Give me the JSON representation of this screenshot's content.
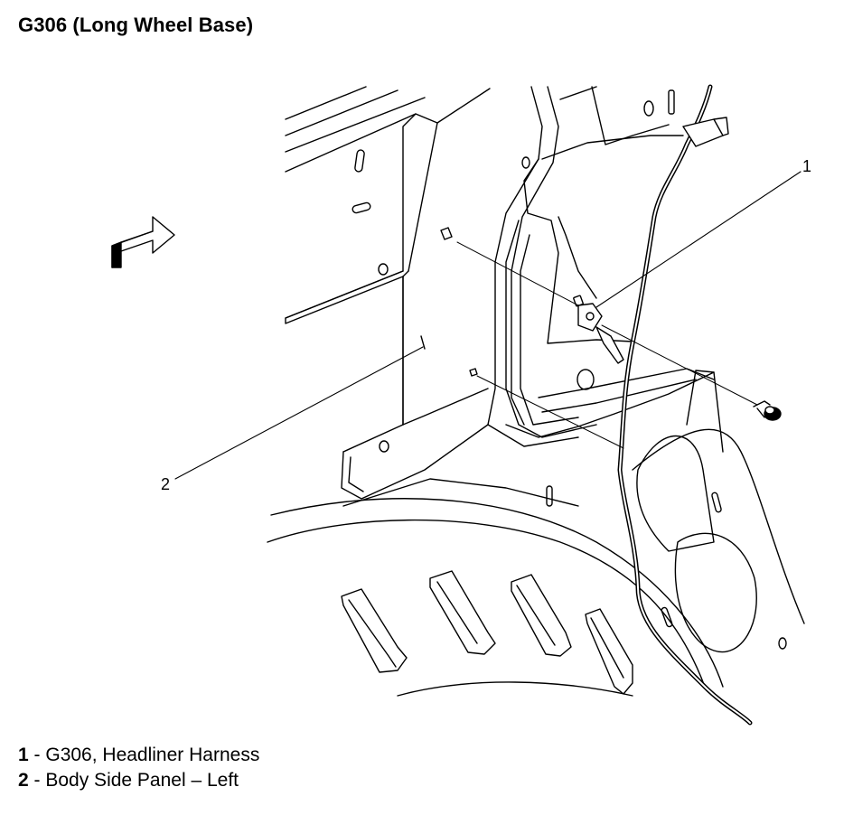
{
  "title": "G306 (Long Wheel Base)",
  "callouts": [
    {
      "number": "1",
      "separator": " - ",
      "description": "G306, Headliner Harness"
    },
    {
      "number": "2",
      "separator": " - ",
      "description": "Body Side Panel – Left"
    }
  ],
  "icons": {
    "forward_arrow": "forward-direction-arrow-icon",
    "ground_bolt": "ground-bolt-icon"
  },
  "colors": {
    "line": "#000000",
    "background": "#ffffff"
  }
}
